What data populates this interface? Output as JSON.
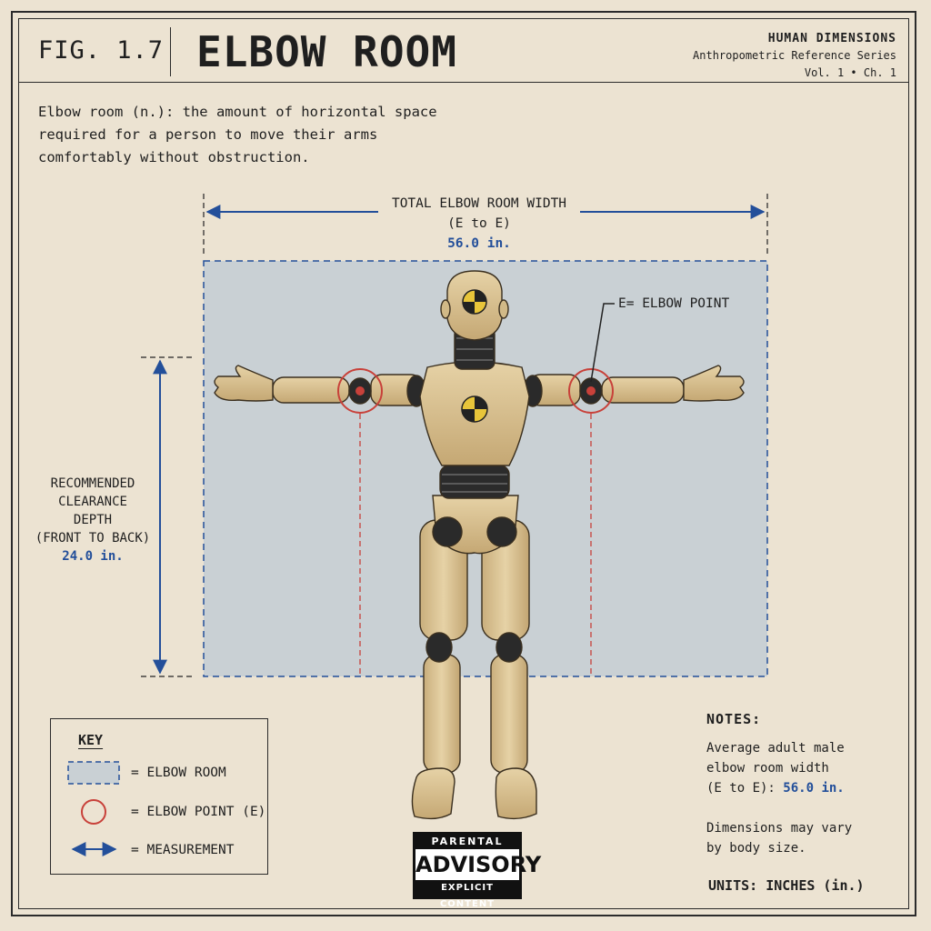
{
  "header": {
    "fig_label": "FIG. 1.7",
    "title": "ELBOW ROOM",
    "series_title": "HUMAN DIMENSIONS",
    "series_subtitle": "Anthropometric Reference Series",
    "series_volume": "Vol. 1  •  Ch. 1"
  },
  "definition": {
    "lines": [
      "Elbow room (n.): the amount of horizontal space",
      "required for a person to move their arms",
      "comfortably without obstruction."
    ]
  },
  "width_dimension": {
    "label_line1": "TOTAL ELBOW ROOM WIDTH",
    "label_line2": "(E to E)",
    "value": "56.0 in."
  },
  "elbow_callout": "E= ELBOW POINT",
  "depth_dimension": {
    "lines": [
      "RECOMMENDED",
      "CLEARANCE",
      "DEPTH",
      "(FRONT TO BACK)"
    ],
    "value": "24.0 in."
  },
  "key": {
    "title": "KEY",
    "items": [
      "= ELBOW ROOM",
      "= ELBOW POINT (E)",
      "= MEASUREMENT"
    ]
  },
  "notes": {
    "title": "NOTES:",
    "line1": "Average adult male",
    "line2": "elbow room width",
    "line3_prefix": "(E to E): ",
    "line3_value": "56.0 in.",
    "line4": "Dimensions may vary",
    "line5": "by body size."
  },
  "units": "UNITS: INCHES (in.)",
  "advisory": {
    "top": "PARENTAL",
    "middle": "ADVISORY",
    "bottom": "EXPLICIT CONTENT"
  },
  "colors": {
    "paper": "#ece3d2",
    "ink": "#1f1f1f",
    "measure_blue": "#234f9a",
    "elbow_red": "#c8413a",
    "clearance_fill": "#c9d0d4",
    "dummy_tan": "#d8c193"
  }
}
